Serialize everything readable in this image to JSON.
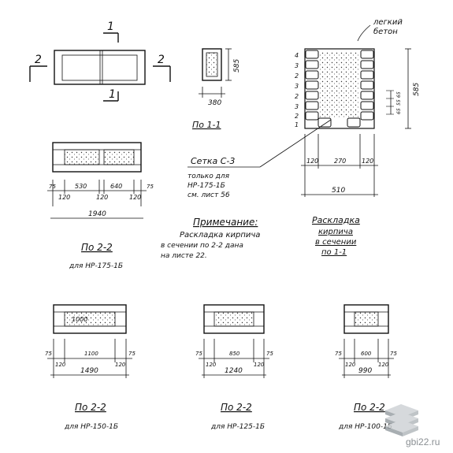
{
  "plan": {
    "cut_vertical": "1",
    "cut_horizontal": "2"
  },
  "section_1_1": {
    "dim_height": "585",
    "dim_width": "380",
    "caption": "По 1-1"
  },
  "section_2_2_top": {
    "dims_bottom_segments": [
      "75",
      "120",
      "530",
      "120",
      "640",
      "120",
      "75"
    ],
    "dim_total": "1940",
    "caption": "По 2-2",
    "subcaption": "для НР-175-1Б"
  },
  "callout_mesh": {
    "title": "Сетка С-3",
    "line1": "только для",
    "line2": "НР-175-1Б",
    "line3": "см. лист 56"
  },
  "note": {
    "title": "Примечание:",
    "line1": "Раскладка кирпича",
    "line2": "в сечении по 2-2 дана",
    "line3": "на листе 22."
  },
  "brick_layout": {
    "light_concrete_line1": "легкий",
    "light_concrete_line2": "бетон",
    "row_numbers": [
      "4",
      "3",
      "2",
      "3",
      "2",
      "3",
      "2",
      "1"
    ],
    "dim_height": "585",
    "dim_small_1": "65",
    "dim_small_2": "55",
    "dim_small_3": "65",
    "dims_segments": [
      "120",
      "270",
      "120"
    ],
    "dim_total": "510",
    "caption_line1": "Раскладка",
    "caption_line2": "кирпича",
    "caption_line3": "в сечении",
    "caption_line4": "по 1-1"
  },
  "bottom_sections": [
    {
      "dims_segments": [
        "75",
        "120",
        "1100",
        "120",
        "75"
      ],
      "dim_total": "1490",
      "fill_label": "1000",
      "caption": "По 2-2",
      "subcaption": "для НР-150-1Б"
    },
    {
      "dims_segments": [
        "75",
        "120",
        "850",
        "120",
        "75"
      ],
      "dim_total": "1240",
      "fill_label": "",
      "caption": "По 2-2",
      "subcaption": "для НР-125-1Б"
    },
    {
      "dims_segments": [
        "75",
        "120",
        "600",
        "120",
        "75"
      ],
      "dim_total": "990",
      "fill_label": "",
      "caption": "По 2-2",
      "subcaption": "для НР-100-1Б"
    }
  ],
  "watermark": {
    "site": "gbi22.ru"
  }
}
